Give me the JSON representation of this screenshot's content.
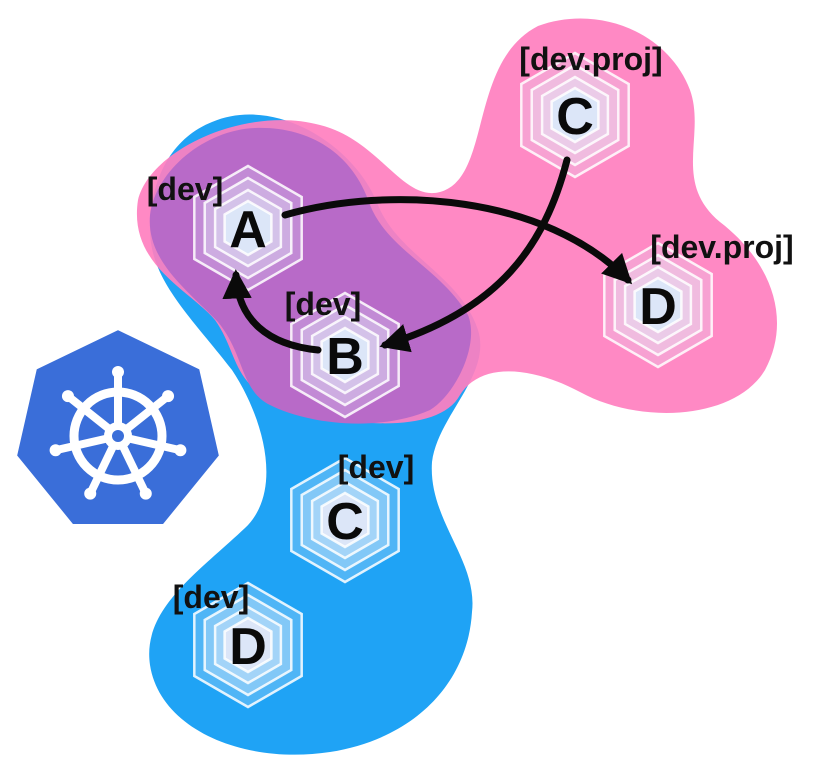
{
  "colors": {
    "blue_namespace": "#1fa3f5",
    "pink_namespace": "#ff7fbf",
    "overlap": "#b86ac8",
    "hex_fill": "#c9dcf7",
    "hex_stroke": "#ffffff",
    "k8s_logo": "#3a6ed9",
    "arrow": "#0a0a0a"
  },
  "logo": {
    "name": "kubernetes",
    "icon": "ship-wheel-icon"
  },
  "namespaces": [
    {
      "id": "dev",
      "color": "blue"
    },
    {
      "id": "dev.proj",
      "color": "pink"
    }
  ],
  "nodes": {
    "pink_c": {
      "label": "[dev.proj]",
      "letter": "C"
    },
    "pink_d": {
      "label": "[dev.proj]",
      "letter": "D"
    },
    "a": {
      "label": "[dev]",
      "letter": "A"
    },
    "b": {
      "label": "[dev]",
      "letter": "B"
    },
    "blue_c": {
      "label": "[dev]",
      "letter": "C"
    },
    "blue_d": {
      "label": "[dev]",
      "letter": "D"
    }
  },
  "edges": [
    {
      "from": "A",
      "to": "D [dev.proj]"
    },
    {
      "from": "C [dev.proj]",
      "to": "B"
    },
    {
      "from": "B",
      "to": "A"
    }
  ]
}
